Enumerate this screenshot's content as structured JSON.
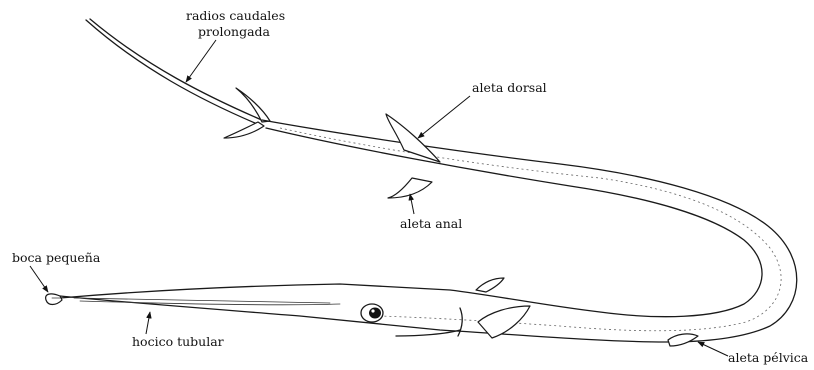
{
  "labels": {
    "caudal_rays_line1": "radios caudales",
    "caudal_rays_line2": "prolongada",
    "dorsal_fin": "aleta dorsal",
    "anal_fin": "aleta anal",
    "small_mouth": "boca pequeña",
    "tubular_snout": "hocico tubular",
    "pelvic_fin": "aleta pélvica"
  }
}
